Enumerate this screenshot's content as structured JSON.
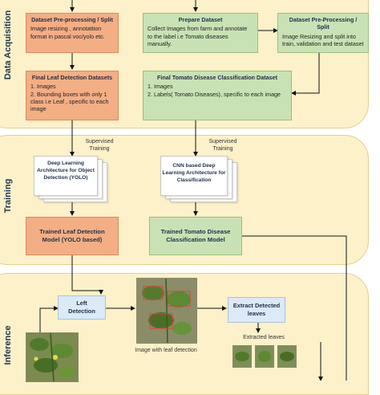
{
  "stages": {
    "data_acquisition": "Data Acquisition",
    "training": "Training",
    "inference": "Inference"
  },
  "boxes": {
    "leaf_preprocess": {
      "title": "Dataset Pre-processing / Split",
      "body": "Image resizing , annotattion format in pascal voc/yolo etc."
    },
    "prepare_dataset": {
      "title": "Prepare Dataset",
      "body": "Collect Images from farm and annotate to the label i.e Tomato diseases manually."
    },
    "disease_preprocess": {
      "title": "Dataset Pre-Processing / Split",
      "body": "Image Resizing and split into train, validation and test dataset"
    },
    "leaf_final_dataset": {
      "title": "Final Leaf Detection Datasets",
      "line1": "1. Images",
      "line2": "2. Bounding boxes with only 1 class i.e Leaf , specific to each image"
    },
    "disease_final_dataset": {
      "title": "Final Tomato Disease Classification Dataset",
      "line1": "1. Images",
      "line2": "2. Labels( Tomato Diseases),  specific to each image"
    },
    "yolo_arch": "Deep Learning Architecture for Object Detection (YOLO)",
    "cnn_arch": "CNN based Deep Learning Architecture for Classification",
    "trained_leaf_model": "Trained Leaf Detection Model (YOLO based)",
    "trained_disease_model": "Trained Tomato Disease Classification Model",
    "left_detection": "Left Detection",
    "extract_leaves": "Extract Detected leaves"
  },
  "labels": {
    "supervised_training_1": "Supervised Training",
    "supervised_training_2": "Supervised Training",
    "image_with_leaf_detection": "Image with leaf detection",
    "extracted_leaves": "Extracted leaves"
  },
  "colors": {
    "band": "#fdf1c9",
    "orange_box": "#f4ae84",
    "green_box": "#c9e2b5",
    "blue_box": "#dce9f6"
  }
}
